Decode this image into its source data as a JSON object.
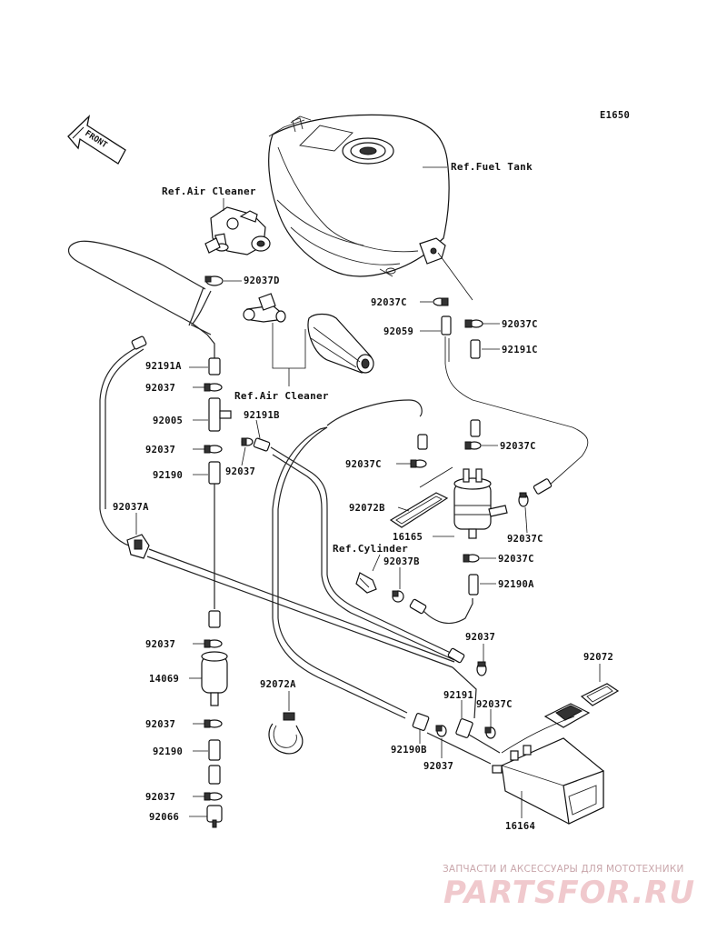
{
  "diagram_code": "E1650",
  "front_label": "FRONT",
  "refs": {
    "air_cleaner_top": "Ref.Air Cleaner",
    "air_cleaner_mid": "Ref.Air Cleaner",
    "fuel_tank": "Ref.Fuel Tank",
    "cylinder": "Ref.Cylinder"
  },
  "part_labels": {
    "p92037D": "92037D",
    "p92037C_a": "92037C",
    "p92059": "92059",
    "p92037C_b": "92037C",
    "p92191C": "92191C",
    "p92191A": "92191A",
    "p92037_a": "92037",
    "p92005": "92005",
    "p92191B": "92191B",
    "p92037_b": "92037",
    "p92037_c": "92037",
    "p92190_a": "92190",
    "p92037C_c": "92037C",
    "p92037C_d": "92037C",
    "p92072B": "92072B",
    "p92037A": "92037A",
    "p16165": "16165",
    "p92037C_e": "92037C",
    "p92037B": "92037B",
    "p92037C_f": "92037C",
    "p92190A": "92190A",
    "p92037_d": "92037",
    "p92037_e": "92037",
    "p92072": "92072",
    "p14069": "14069",
    "p92072A": "92072A",
    "p92191": "92191",
    "p92037C_g": "92037C",
    "p92037_f": "92037",
    "p92190B": "92190B",
    "p92190_b": "92190",
    "p92037_g": "92037",
    "p92037_h": "92037",
    "p92066": "92066",
    "p16164": "16164"
  },
  "watermark": {
    "caption": "ЗАПЧАСТИ И АКСЕССУАРЫ ДЛЯ МОТОТЕХНИКИ",
    "logo": "PARTSFOR.RU"
  }
}
